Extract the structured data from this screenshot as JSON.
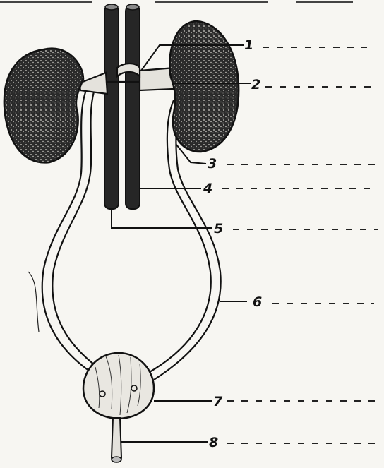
{
  "diagram": {
    "labels": [
      {
        "id": "label-1",
        "text": "1"
      },
      {
        "id": "label-2",
        "text": "2"
      },
      {
        "id": "label-3",
        "text": "3"
      },
      {
        "id": "label-4",
        "text": "4"
      },
      {
        "id": "label-5",
        "text": "5"
      },
      {
        "id": "label-6",
        "text": "6"
      },
      {
        "id": "label-7",
        "text": "7"
      },
      {
        "id": "label-8",
        "text": "8"
      }
    ],
    "colors": {
      "ink": "#111111",
      "paper": "#f7f6f2",
      "organ_fill": "#2a2a2a",
      "bladder_fill": "#e9e7e1"
    }
  }
}
